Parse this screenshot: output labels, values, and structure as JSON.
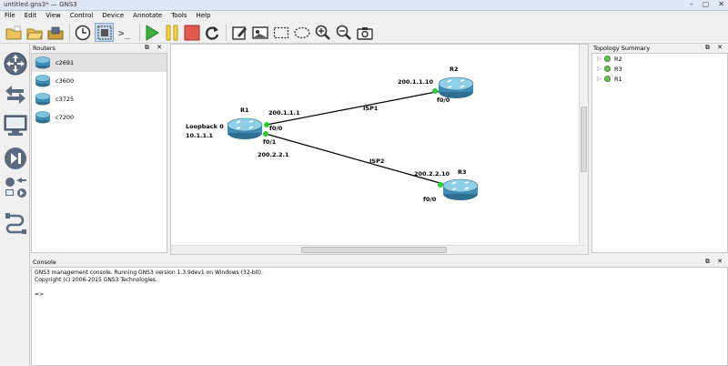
{
  "window": {
    "title": "untitled.gns3* — GNS3",
    "buttons": [
      "–",
      "▢",
      "✕"
    ]
  },
  "menu": [
    "File",
    "Edit",
    "View",
    "Control",
    "Device",
    "Annotate",
    "Tools",
    "Help"
  ],
  "toolbar_icons": [
    "new-project-icon",
    "open-project-icon",
    "save-project-icon",
    "snapshot-icon",
    "show-labels-icon",
    "console-all-icon",
    "start-all-icon",
    "suspend-all-icon",
    "stop-all-icon",
    "reload-all-icon",
    "add-note-icon",
    "insert-image-icon",
    "draw-rectangle-icon",
    "draw-ellipse-icon",
    "zoom-in-icon",
    "zoom-out-icon",
    "screenshot-icon"
  ],
  "routers_panel": {
    "title": "Routers",
    "controls": "⧉ ✕",
    "items": [
      {
        "label": "c2691",
        "selected": true
      },
      {
        "label": "c3600",
        "selected": false
      },
      {
        "label": "c3725",
        "selected": false
      },
      {
        "label": "c7200",
        "selected": false
      }
    ]
  },
  "topology": {
    "nodes": {
      "r1": {
        "name": "R1",
        "loopback": "Loopback 0",
        "loopback_ip": "10.1.1.1"
      },
      "r2": {
        "name": "R2"
      },
      "r3": {
        "name": "R3"
      }
    },
    "labels": {
      "r1_f00_ip": "200.1.1.1",
      "r1_f00": "f0/0",
      "r1_f01": "f0/1",
      "r1_f01_ip": "200.2.2.1",
      "r2_ip": "200.1.1.10",
      "r2_if": "f0/0",
      "r3_ip": "200.2.2.10",
      "r3_if": "f0/0",
      "link1": "ISP1",
      "link2": "ISP2"
    },
    "link_color": "#000000",
    "port_up_color": "#2bcc2b"
  },
  "topology_summary": {
    "title": "Topology Summary",
    "controls": "⧉ ✕",
    "items": [
      {
        "label": "R2"
      },
      {
        "label": "R3"
      },
      {
        "label": "R1"
      }
    ]
  },
  "console": {
    "title": "Console",
    "controls": "⧉ ✕",
    "lines": [
      "GNS3 management console. Running GNS3 version 1.3.9dev1 on Windows (32-bit).",
      "Copyright (c) 2006-2015 GNS3 Technologies.",
      "",
      "=>"
    ]
  }
}
